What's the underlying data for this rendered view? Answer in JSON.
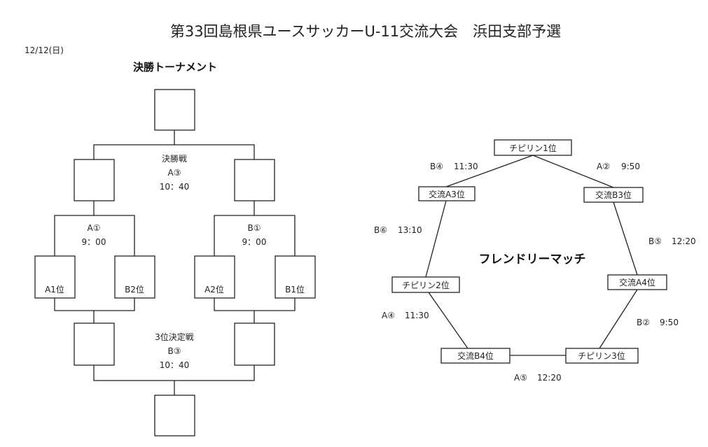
{
  "title": "第33回島根県ユースサッカーU-11交流大会　浜田支部予選",
  "date": "12/12(日)",
  "tournament": {
    "heading": "決勝トーナメント",
    "final": {
      "name": "決勝戦",
      "court": "A③",
      "time": "10：40"
    },
    "third_place": {
      "name": "3位決定戦",
      "court": "B③",
      "time": "10：40"
    },
    "semifinal_left": {
      "court": "A①",
      "time": "9：00"
    },
    "semifinal_right": {
      "court": "B①",
      "time": "9：00"
    },
    "seeds": [
      "A1位",
      "B2位",
      "A2位",
      "B1位"
    ]
  },
  "friendly": {
    "heading": "フレンドリーマッチ",
    "teams": {
      "chiprin1": "チピリン1位",
      "kouryuB3": "交流B3位",
      "kouryuA4": "交流A4位",
      "chiprin3": "チピリン3位",
      "kouryuB4": "交流B4位",
      "chiprin2": "チピリン2位",
      "kouryuA3": "交流A3位"
    },
    "matches": [
      {
        "court": "A②",
        "time": "9:50"
      },
      {
        "court": "B⑤",
        "time": "12:20"
      },
      {
        "court": "B②",
        "time": "9:50"
      },
      {
        "court": "A⑤",
        "time": "12:20"
      },
      {
        "court": "A④",
        "time": "11:30"
      },
      {
        "court": "B⑥",
        "time": "13:10"
      },
      {
        "court": "B④",
        "time": "11:30"
      }
    ]
  }
}
